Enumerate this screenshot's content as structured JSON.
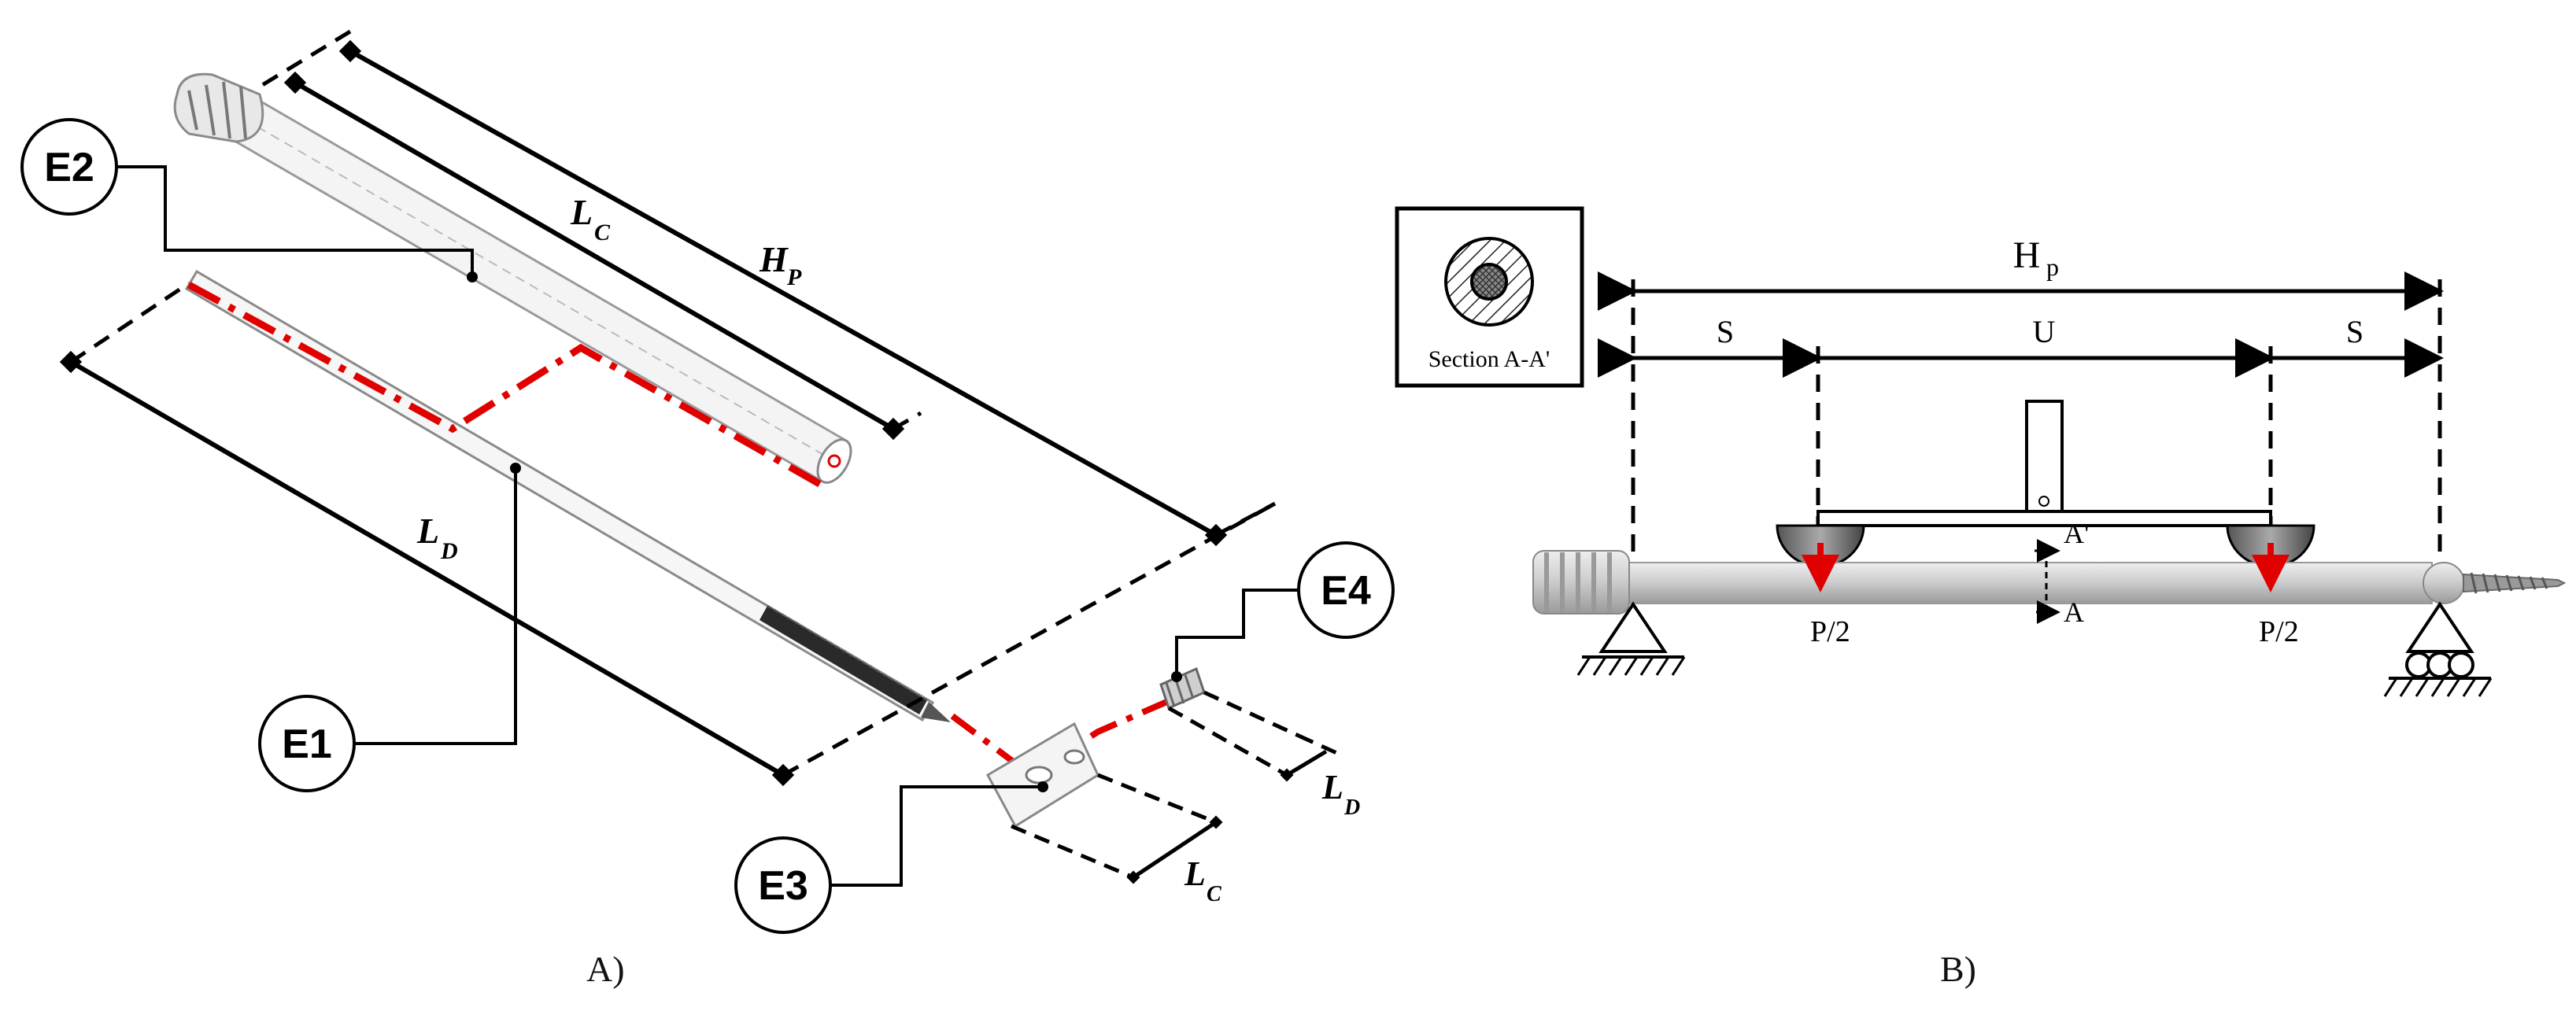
{
  "panel_a": {
    "caption": "A)",
    "callouts": {
      "e1": "E1",
      "e2": "E2",
      "e3": "E3",
      "e4": "E4"
    },
    "dims": {
      "lc_main": "L",
      "lc_main_sub": "C",
      "hp_main": "H",
      "hp_main_sub": "P",
      "ld_main": "L",
      "ld_main_sub": "D",
      "lc_small": "L",
      "lc_small_sub": "C",
      "ld_small": "L",
      "ld_small_sub": "D"
    }
  },
  "panel_b": {
    "caption": "B)",
    "section_label": "Section A-A'",
    "dims": {
      "hp": "H",
      "hp_sub": "p",
      "s_left": "S",
      "u": "U",
      "s_right": "S"
    },
    "loads": {
      "left": "P/2",
      "right": "P/2"
    },
    "section_marks": {
      "top": "A'",
      "bottom": "A"
    }
  },
  "colors": {
    "load_arrow": "#e00000",
    "axis_line": "#e00000",
    "rod": "#d0d0d0",
    "dim_line": "#000000"
  }
}
